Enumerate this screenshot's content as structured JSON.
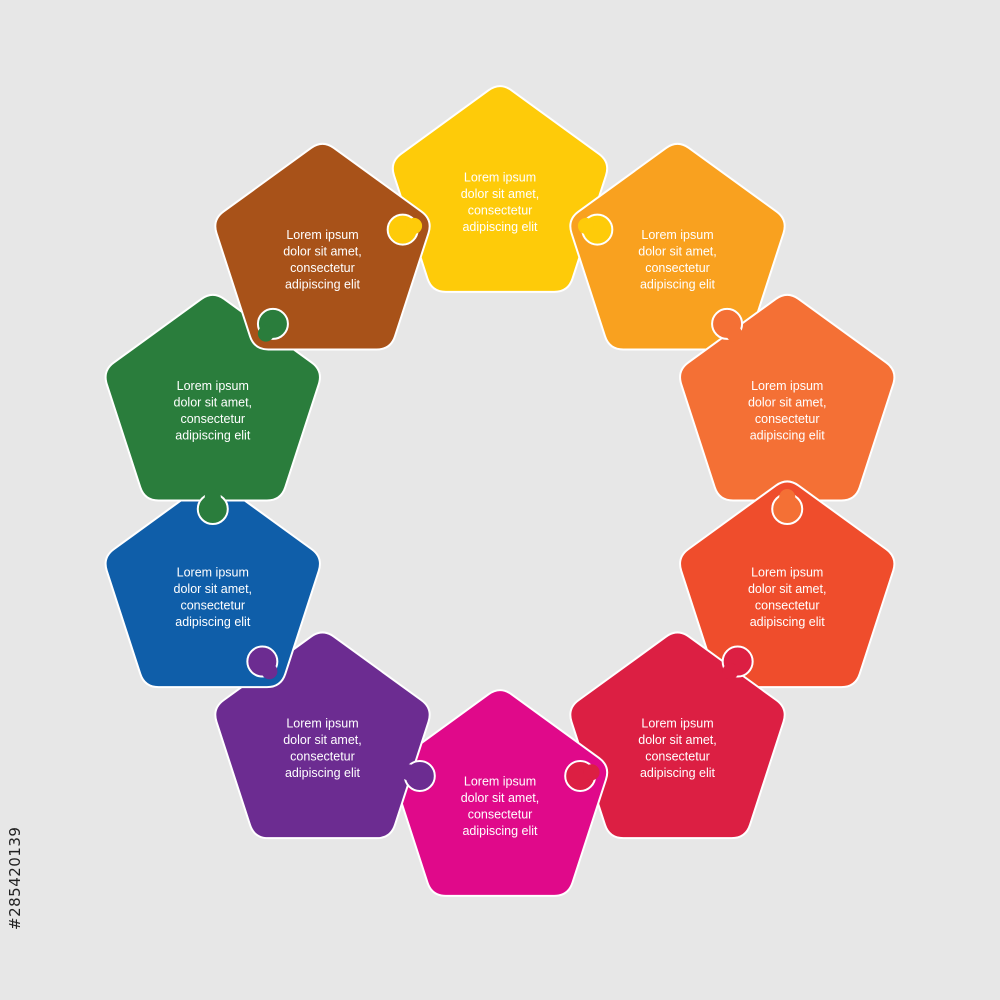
{
  "pieces": [
    {
      "id": "top",
      "color": "#fecb09",
      "lines": [
        "Lorem ipsum",
        "dolor sit amet,",
        "consectetur",
        "adipiscing elit"
      ]
    },
    {
      "id": "top-right",
      "color": "#f9a11f",
      "lines": [
        "Lorem ipsum",
        "dolor sit amet,",
        "consectetur",
        "adipiscing elit"
      ]
    },
    {
      "id": "right-upper",
      "color": "#f47035",
      "lines": [
        "Lorem ipsum",
        "dolor sit amet,",
        "consectetur",
        "adipiscing elit"
      ]
    },
    {
      "id": "right-lower",
      "color": "#ef4d2c",
      "lines": [
        "Lorem ipsum",
        "dolor sit amet,",
        "consectetur",
        "adipiscing elit"
      ]
    },
    {
      "id": "bottom-right",
      "color": "#dc1f43",
      "lines": [
        "Lorem ipsum",
        "dolor sit amet,",
        "consectetur",
        "adipiscing elit"
      ]
    },
    {
      "id": "bottom",
      "color": "#e0098a",
      "lines": [
        "Lorem ipsum",
        "dolor sit amet,",
        "consectetur",
        "adipiscing elit"
      ]
    },
    {
      "id": "bottom-left",
      "color": "#6c2c91",
      "lines": [
        "Lorem ipsum",
        "dolor sit amet,",
        "consectetur",
        "adipiscing elit"
      ]
    },
    {
      "id": "left-lower",
      "color": "#0f5ea9",
      "lines": [
        "Lorem ipsum",
        "dolor sit amet,",
        "consectetur",
        "adipiscing elit"
      ]
    },
    {
      "id": "left-upper",
      "color": "#2a7d3c",
      "lines": [
        "Lorem ipsum",
        "dolor sit amet,",
        "consectetur",
        "adipiscing elit"
      ]
    },
    {
      "id": "top-left",
      "color": "#a85219",
      "lines": [
        "Lorem ipsum",
        "dolor sit amet,",
        "consectetur",
        "adipiscing elit"
      ]
    }
  ],
  "connector_color": "#ffffff",
  "stock_id": "#285420139"
}
